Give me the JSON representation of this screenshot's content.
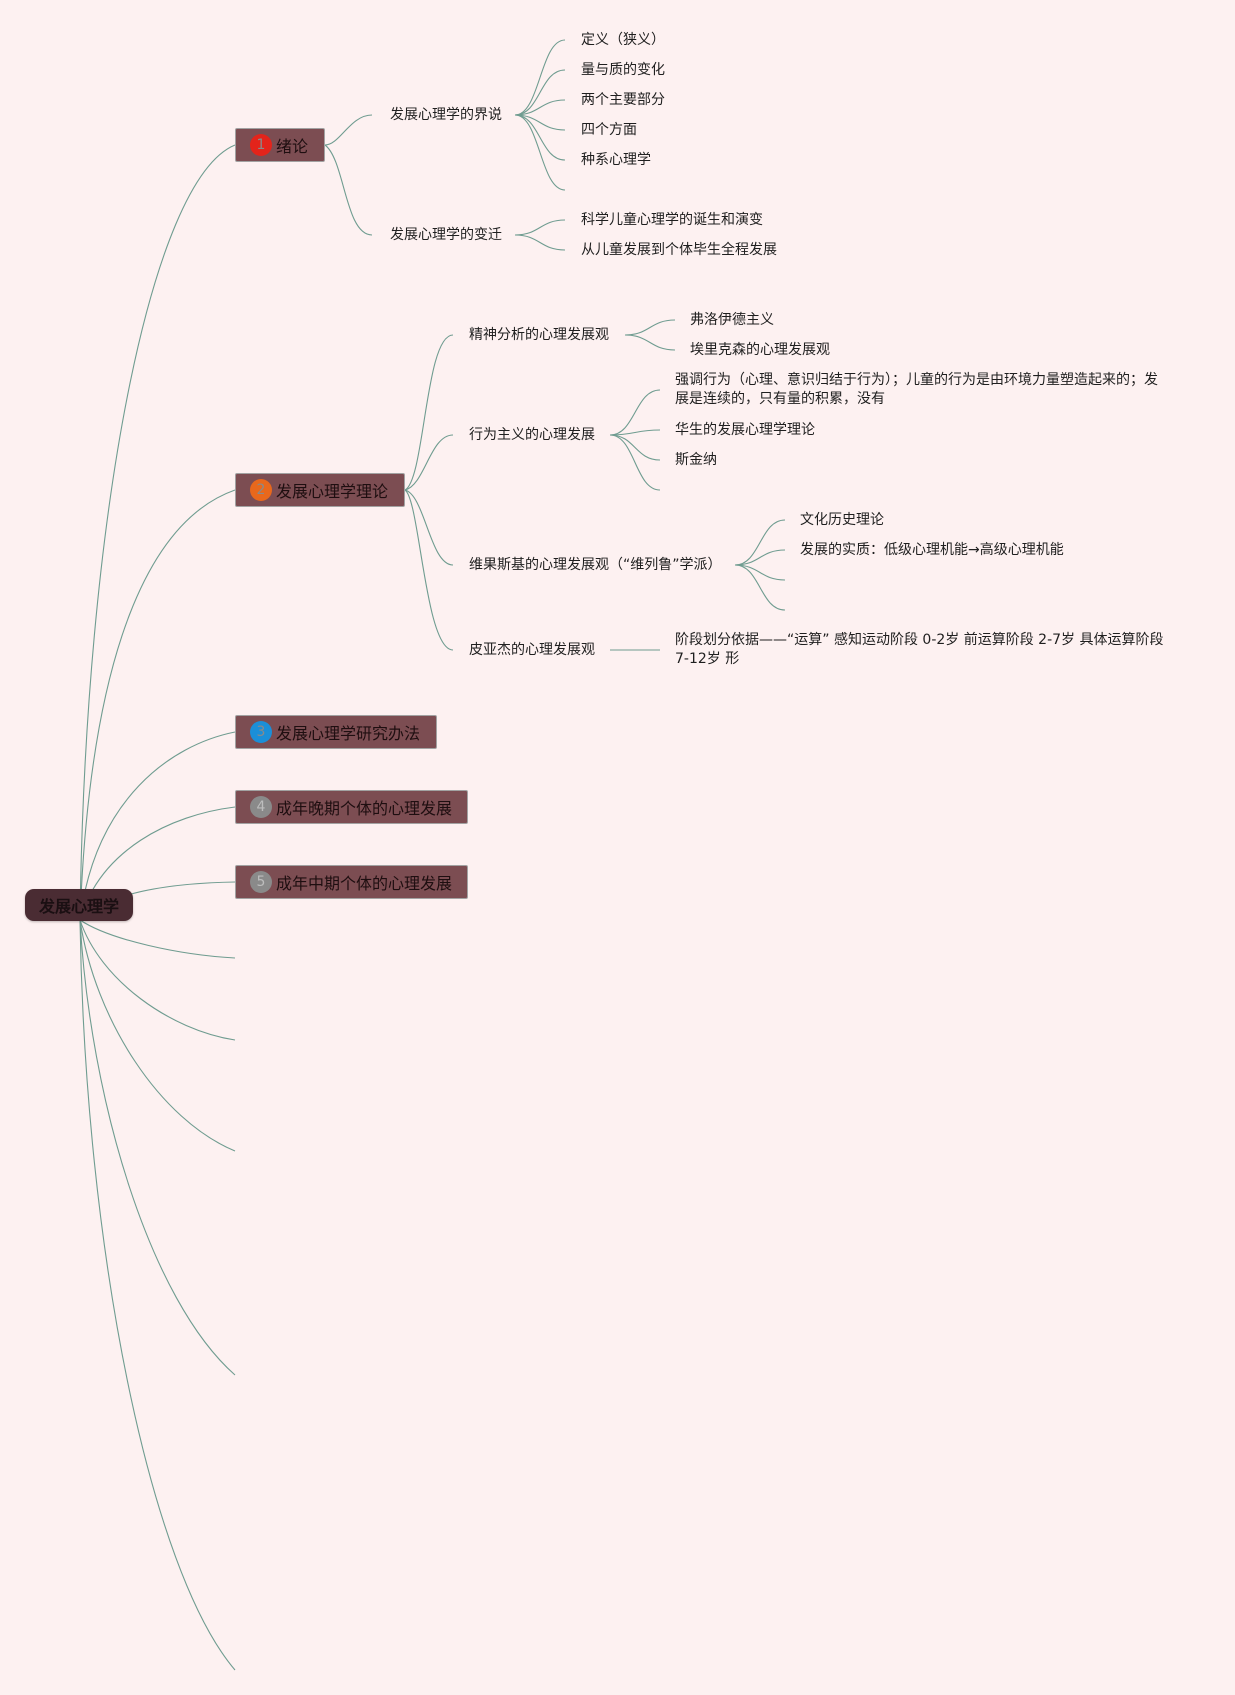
{
  "root": "发展心理学",
  "topics": [
    {
      "num": "1",
      "label": "绪论",
      "color": "#e3241b"
    },
    {
      "num": "2",
      "label": "发展心理学理论",
      "color": "#e8681c"
    },
    {
      "num": "3",
      "label": "发展心理学研究办法",
      "color": "#1b8fd8"
    },
    {
      "num": "4",
      "label": "成年晚期个体的心理发展",
      "color": "#8a8a8a"
    },
    {
      "num": "5",
      "label": "成年中期个体的心理发展",
      "color": "#8a8a8a"
    }
  ],
  "t1": {
    "a": {
      "label": "发展心理学的界说",
      "items": [
        "定义（狭义）",
        "量与质的变化",
        "两个主要部分",
        "四个方面",
        "种系心理学"
      ]
    },
    "b": {
      "label": "发展心理学的变迁",
      "items": [
        "科学儿童心理学的诞生和演变",
        "从儿童发展到个体毕生全程发展"
      ]
    }
  },
  "t2": {
    "psy": {
      "label": "精神分析的心理发展观",
      "items": [
        "弗洛伊德主义",
        "埃里克森的心理发展观"
      ]
    },
    "beh": {
      "label": "行为主义的心理发展",
      "items": [
        "强调行为（心理、意识归结于行为）；儿童的行为是由环境力量塑造起来的；发展是连续的，只有量的积累，没有",
        "华生的发展心理学理论",
        "斯金纳"
      ]
    },
    "vyg": {
      "label": "维果斯基的心理发展观（“维列鲁”学派）",
      "items": [
        "文化历史理论",
        "发展的实质：低级心理机能→高级心理机能"
      ]
    },
    "pia": {
      "label": "皮亚杰的心理发展观",
      "items": [
        "阶段划分依据——“运算” 感知运动阶段 0-2岁 前运算阶段 2-7岁 具体运算阶段 7-12岁 形"
      ]
    }
  }
}
